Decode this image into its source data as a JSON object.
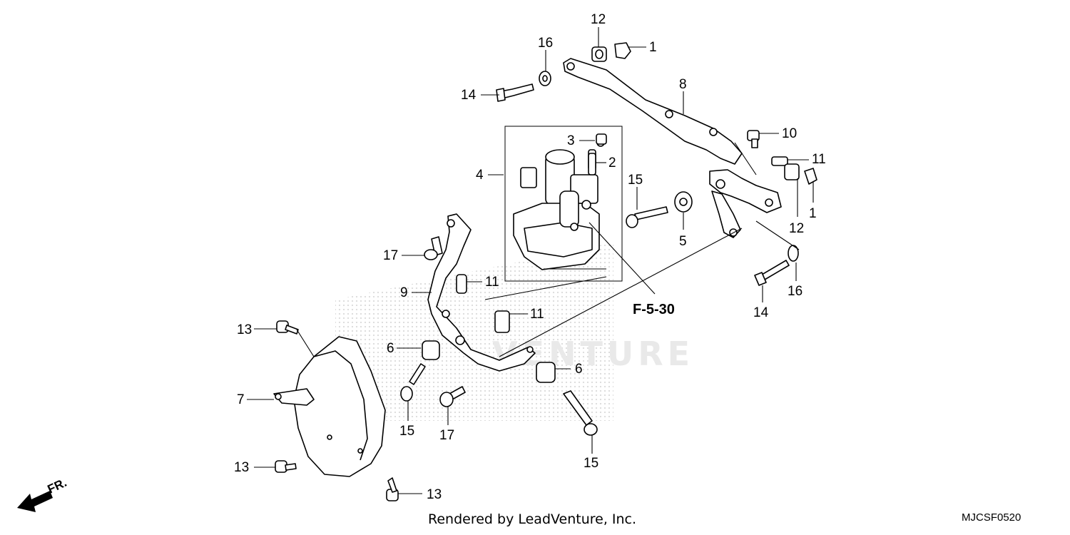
{
  "diagram": {
    "callouts": {
      "c1a": "1",
      "c1b": "1",
      "c2": "2",
      "c3": "3",
      "c4": "4",
      "c5": "5",
      "c6a": "6",
      "c6b": "6",
      "c7": "7",
      "c8": "8",
      "c9": "9",
      "c10": "10",
      "c11a": "11",
      "c11b": "11",
      "c11c": "11",
      "c12a": "12",
      "c12b": "12",
      "c13a": "13",
      "c13b": "13",
      "c13c": "13",
      "c14a": "14",
      "c14b": "14",
      "c15a": "15",
      "c15b": "15",
      "c15c": "15",
      "c16a": "16",
      "c16b": "16",
      "c17a": "17",
      "c17b": "17"
    },
    "reference": "F-5-30",
    "direction_label": "FR.",
    "watermark": "VENTURE"
  },
  "footer": {
    "credit": "Rendered by LeadVenture, Inc.",
    "code": "MJCSF0520"
  }
}
